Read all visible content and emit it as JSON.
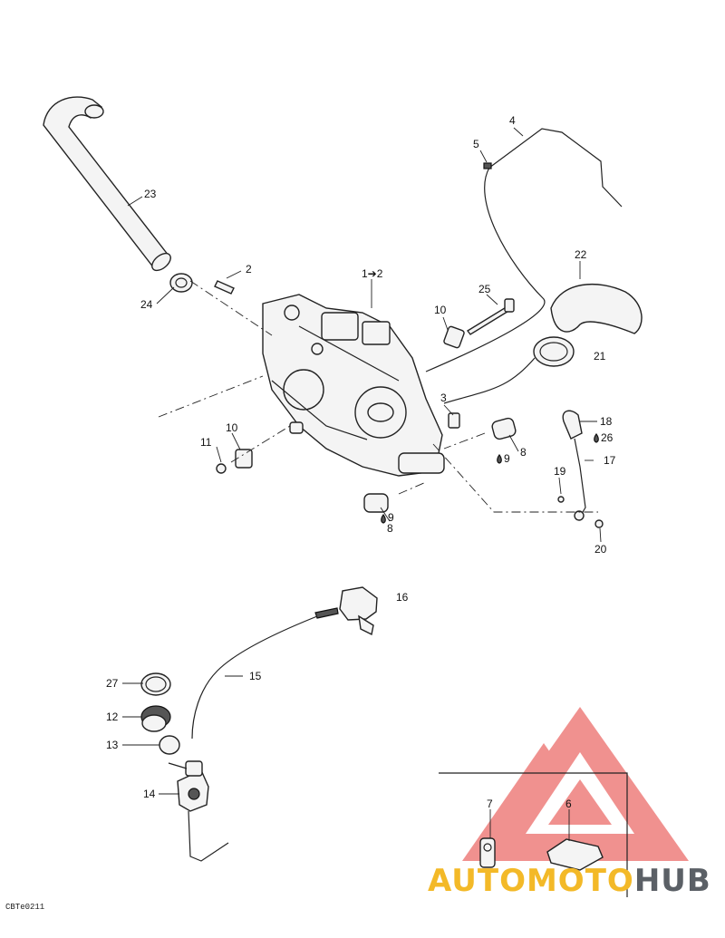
{
  "callouts": {
    "c1": "1➔2",
    "c2": "2",
    "c3": "3",
    "c4": "4",
    "c5": "5",
    "c6": "6",
    "c7": "7",
    "c8a": "8",
    "c8b": "8",
    "c9a": "9",
    "c9b": "9",
    "c10a": "10",
    "c10b": "10",
    "c11": "11",
    "c12": "12",
    "c13": "13",
    "c14": "14",
    "c15": "15",
    "c16": "16",
    "c17": "17",
    "c18": "18",
    "c19": "19",
    "c20": "20",
    "c21": "21",
    "c22": "22",
    "c23": "23",
    "c24": "24",
    "c25": "25",
    "c26": "26",
    "c27": "27"
  },
  "figure_code": "CBTe0211",
  "watermark": {
    "part1": "AUTOMOTO",
    "part2": "HUB",
    "accent": "#f3b928",
    "dark": "#5b6066",
    "logo_red": "#e53935"
  }
}
